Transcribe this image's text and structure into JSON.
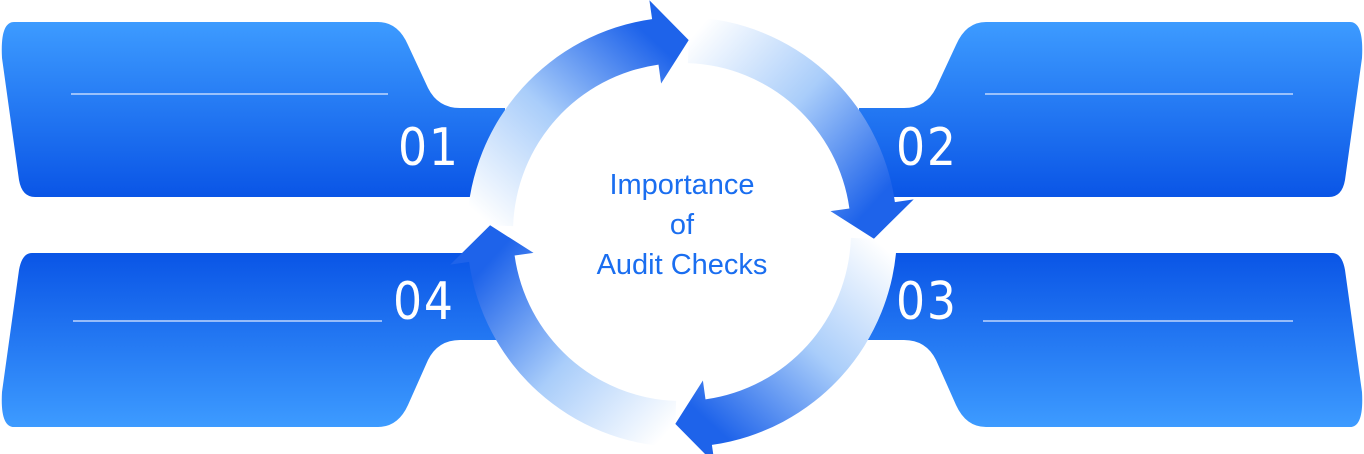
{
  "diagram": {
    "title_lines": [
      "Importance",
      "of",
      "Audit Checks"
    ],
    "steps": [
      {
        "number": "01"
      },
      {
        "number": "02"
      },
      {
        "number": "03"
      },
      {
        "number": "04"
      }
    ],
    "colors": {
      "panel_dark": "#0a55e6",
      "panel_light": "#3d9bff",
      "title": "#1a6ef0"
    }
  }
}
